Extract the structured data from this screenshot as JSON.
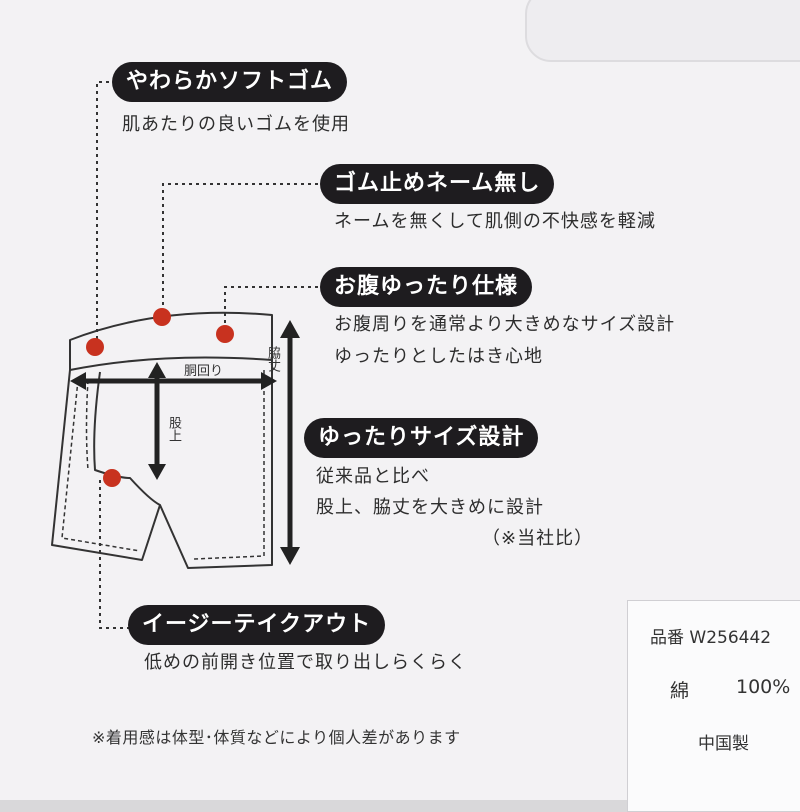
{
  "callouts": [
    {
      "title": "やわらかソフトゴム",
      "lines": [
        "肌あたりの良いゴムを使用"
      ]
    },
    {
      "title": "ゴム止めネーム無し",
      "lines": [
        "ネームを無くして肌側の不快感を軽減"
      ]
    },
    {
      "title": "お腹ゆったり仕様",
      "lines": [
        "お腹周りを通常より大きめなサイズ設計",
        "ゆったりとしたはき心地"
      ]
    },
    {
      "title": "ゆったりサイズ設計",
      "lines": [
        "従来品と比べ",
        "股上、脇丈を大きめに設計",
        "（※当社比）"
      ]
    },
    {
      "title": "イージーテイクアウト",
      "lines": [
        "低めの前開き位置で取り出しらくらく"
      ]
    }
  ],
  "diagram_labels": {
    "waist": "胴回り",
    "side_length": "脇丈",
    "rise": "股上"
  },
  "footnote": "※着用感は体型･体質などにより個人差があります",
  "spec": {
    "item_no": "品番 W256442",
    "material_name": "綿",
    "material_pct": "100%",
    "origin": "中国製"
  },
  "colors": {
    "pill_bg": "#1e1c1f",
    "dot": "#c8321f",
    "line": "#333333"
  }
}
